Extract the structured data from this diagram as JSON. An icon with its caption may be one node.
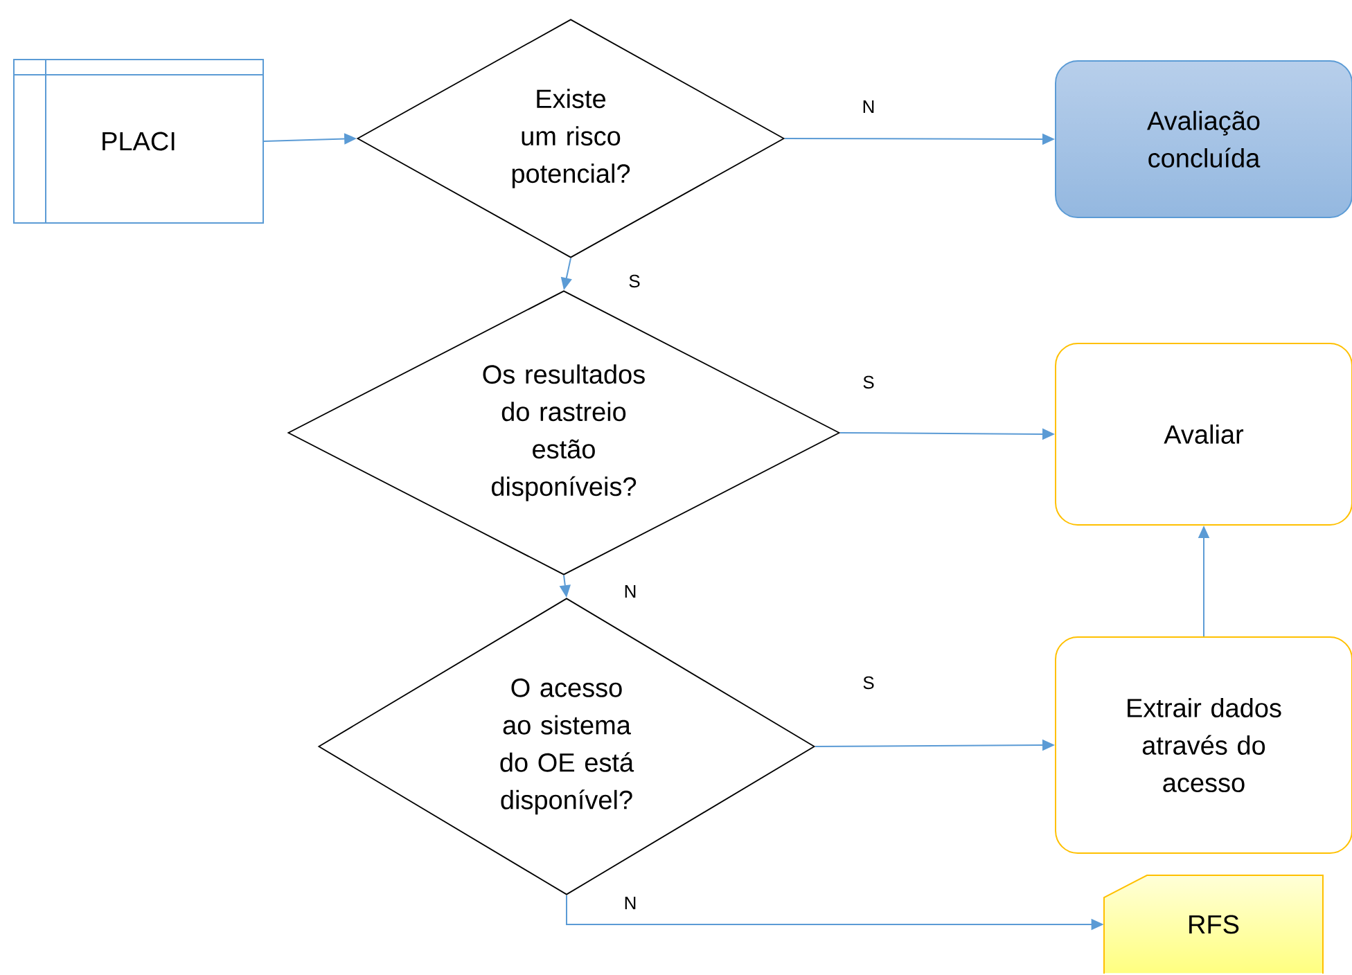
{
  "diagram": {
    "nodes": [
      {
        "text": [
          "PLACI"
        ]
      },
      {
        "text": [
          "Existe um risco potencial?"
        ]
      },
      {
        "text": [
          "Avaliação concluída"
        ]
      },
      {
        "text": [
          "Os resultados do rastreio estão disponíveis?"
        ]
      },
      {
        "text": [
          "Avaliar"
        ]
      },
      {
        "text": [
          "O acesso ao sistema do OE está disponível?"
        ]
      },
      {
        "text": [
          "Extrair dados através do acesso"
        ]
      },
      {
        "text": [
          "RFS"
        ]
      }
    ],
    "edges": [
      {
        "from": 0,
        "to": 1,
        "arrow": "to"
      },
      {
        "from": 1,
        "to": 2,
        "arrow": "to",
        "label": "N"
      },
      {
        "from": 1,
        "to": 3,
        "arrow": "to",
        "label": "S"
      },
      {
        "from": 3,
        "to": 4,
        "arrow": "to",
        "label": "S"
      },
      {
        "from": 3,
        "to": 5,
        "arrow": "to",
        "label": "N"
      },
      {
        "from": 5,
        "to": 6,
        "arrow": "to",
        "label": "S"
      },
      {
        "from": 6,
        "to": 4,
        "arrow": "to"
      },
      {
        "from": 5,
        "to": 7,
        "arrow": "to",
        "label": "N"
      }
    ]
  }
}
